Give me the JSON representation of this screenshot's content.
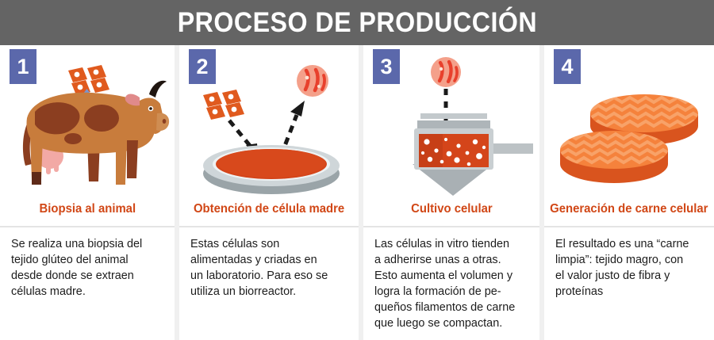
{
  "header": {
    "title": "PROCESO DE PRODUCCIÓN",
    "background_color": "#646464",
    "text_color": "#ffffff"
  },
  "colors": {
    "badge": "#5b68ab",
    "step_title": "#d14716",
    "body_text": "#1c1c1c",
    "meat_orange": "#e05a1e",
    "meat_light": "#f5823c",
    "cow_body": "#c87c3c",
    "cow_spot": "#8b3e20",
    "arrow_blue": "#7a95cc",
    "stem_cell": "#f4a08a",
    "metal_gray": "#b9bfc2",
    "panel_gutter": "#f0f0f0"
  },
  "steps": [
    {
      "number": "1",
      "title": "Biopsia al animal",
      "body": "Se realiza una biopsia del\ntejido glúteo del animal\ndesde donde se extraen\ncélulas madre.",
      "illustration": "cow-with-tissue-sample",
      "icons": [
        "tissue-cells-icon",
        "up-arrow-icon",
        "cow-icon"
      ]
    },
    {
      "number": "2",
      "title": "Obtención de célula madre",
      "body": "Estas células son\nalimentadas y criadas en\nun laboratorio. Para eso se\nutiliza un biorreactor.",
      "illustration": "petri-dish-with-stem-cell",
      "icons": [
        "tissue-cells-icon",
        "dashed-arrow-in-icon",
        "petri-dish-icon",
        "dashed-arrow-out-icon",
        "stem-cell-icon"
      ]
    },
    {
      "number": "3",
      "title": "Cultivo celular",
      "body": "Las células in vitro tienden\na adherirse unas a otras.\nEsto aumenta el volumen y\nlogra la formación de pe-\nqueños filamentos de carne\nque luego se compactan.",
      "illustration": "bioreactor-vessel",
      "icons": [
        "stem-cell-icon",
        "dashed-arrow-down-icon",
        "bioreactor-icon"
      ]
    },
    {
      "number": "4",
      "title": "Generación de carne celular",
      "body": "El resultado es una “carne\nlimpia”: tejido magro, con\nel valor justo de fibra y\nproteínas",
      "illustration": "two-meat-patties",
      "icons": [
        "meat-patty-icon"
      ]
    }
  ]
}
